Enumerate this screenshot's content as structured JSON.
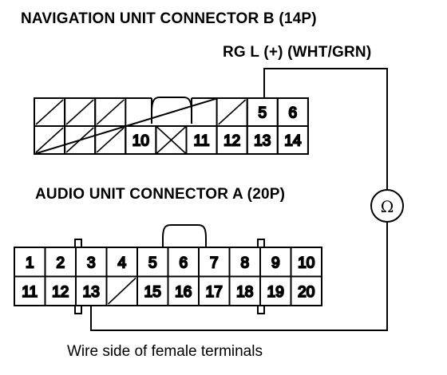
{
  "labels": {
    "connector_b_title": "NAVIGATION UNIT CONNECTOR B (14P)",
    "wire_label": "RG L (+) (WHT/GRN)",
    "connector_a_title": "AUDIO UNIT CONNECTOR A (20P)",
    "caption": "Wire side of female terminals",
    "ohmmeter_symbol": "Ω"
  },
  "connector_b": {
    "top_row": [
      "",
      "",
      "",
      "",
      "",
      "",
      "",
      "5",
      "6"
    ],
    "bottom_row": [
      "",
      "",
      "",
      "10",
      "",
      "11",
      "12",
      "13",
      "14"
    ]
  },
  "connector_a": {
    "top_row": [
      "1",
      "2",
      "3",
      "4",
      "5",
      "6",
      "7",
      "8",
      "9",
      "10"
    ],
    "bottom_row": [
      "11",
      "12",
      "13",
      "",
      "15",
      "16",
      "17",
      "18",
      "19",
      "20"
    ]
  }
}
